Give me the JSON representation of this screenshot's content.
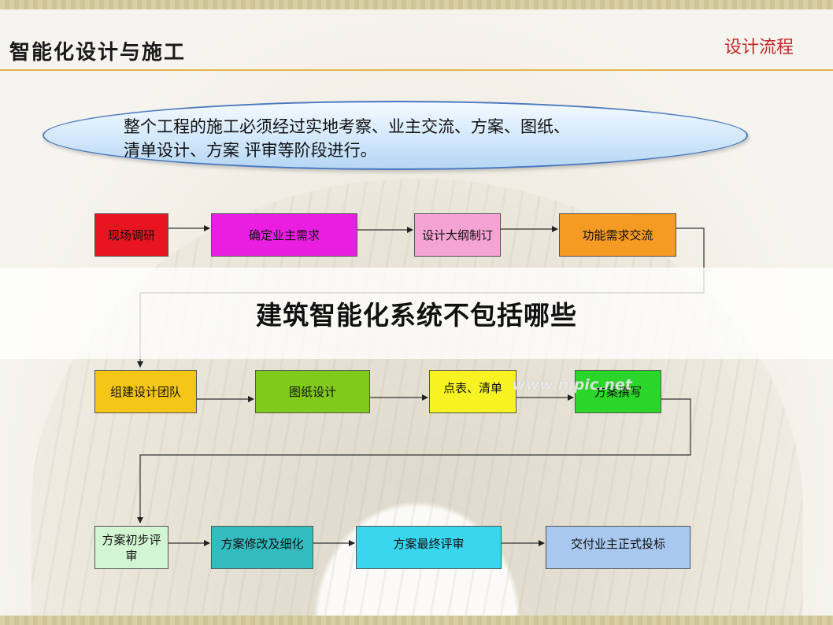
{
  "header": {
    "title": "智能化设计与施工",
    "tag": "设计流程"
  },
  "intro": {
    "line1": "整个工程的施工必须经过实地考察、业主交流、方案、图纸、",
    "line2": "清单设计、方案 评审等阶段进行。"
  },
  "steps": {
    "row1": [
      "现场调研",
      "确定业主需求",
      "设计大纲制订",
      "功能需求交流"
    ],
    "row2": [
      "组建设计团队",
      "图纸设计",
      "点表、清单",
      "方案撰写"
    ],
    "row3": [
      "方案初步评审",
      "方案修改及细化",
      "方案最终评审",
      "交付业主正式投标"
    ]
  },
  "colors": {
    "row1": [
      "#e8141f",
      "#ea1ee0",
      "#f5a3d4",
      "#f59a23"
    ],
    "row2": [
      "#f5c518",
      "#82c91e",
      "#f7f221",
      "#2bd62b"
    ],
    "row3": [
      "#d2f5d2",
      "#33bcbf",
      "#39d6ee",
      "#a9c8ef"
    ],
    "accent": "#c0282b",
    "rule": "#e1b54a"
  },
  "overlay": {
    "banner": "建筑智能化系统不包括哪些",
    "watermark": "www.nipic.net"
  }
}
